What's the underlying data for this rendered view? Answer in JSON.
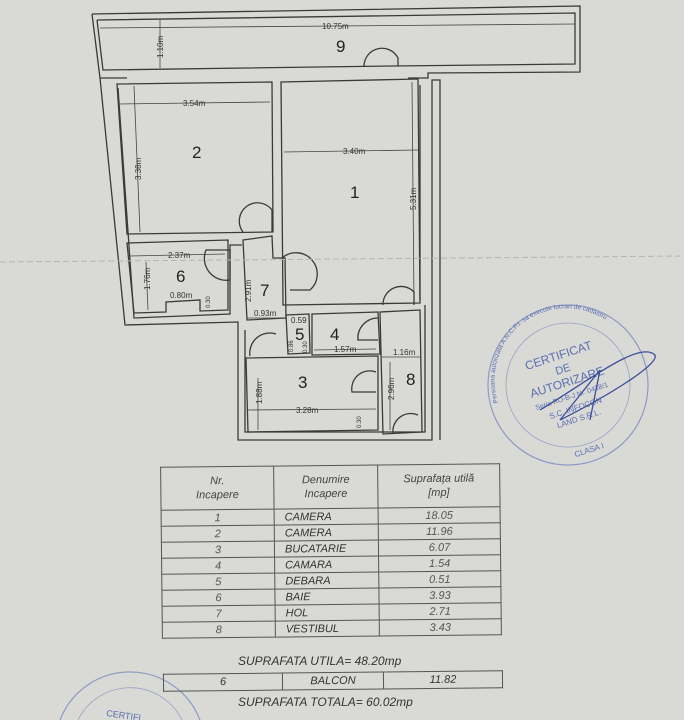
{
  "plan": {
    "rooms": {
      "r1": "1",
      "r2": "2",
      "r3": "3",
      "r4": "4",
      "r5": "5",
      "r6": "6",
      "r7": "7",
      "r8": "8",
      "r9": "9"
    },
    "dimensions": {
      "balcony_length": "10.75m",
      "balcony_width": "1.10m",
      "r2_width": "3.54m",
      "r2_height": "3.38m",
      "r1_width": "3.40m",
      "r1_height": "5.31m",
      "r6_width": "2.37m",
      "r6_height": "1.76m",
      "r6_niche": "0.80m",
      "r6_niche_depth": "0.30",
      "r7_height": "2.91m",
      "r7_width": "0.93m",
      "r5_width": "0.59",
      "r5_height": "0.86",
      "r5_small": "0.30",
      "r4_width": "1.57m",
      "r8_width": "1.16m",
      "r8_height": "2.96m",
      "r3_height": "1.88m",
      "r3_width": "3.28m",
      "r3_small": "0.30"
    }
  },
  "table": {
    "headers": [
      "Nr.\nIncapere",
      "Denumire\nIncapere",
      "Suprafața utilă\n[mp]"
    ],
    "rows": [
      {
        "nr": "1",
        "name": "CAMERA",
        "area": "18.05"
      },
      {
        "nr": "2",
        "name": "CAMERA",
        "area": "11.96"
      },
      {
        "nr": "3",
        "name": "BUCATARIE",
        "area": "6.07"
      },
      {
        "nr": "4",
        "name": "CAMARA",
        "area": "1.54"
      },
      {
        "nr": "5",
        "name": "DEBARA",
        "area": "0.51"
      },
      {
        "nr": "6",
        "name": "BAIE",
        "area": "3.93"
      },
      {
        "nr": "7",
        "name": "HOL",
        "area": "2.71"
      },
      {
        "nr": "8",
        "name": "VESTIBUL",
        "area": "3.43"
      }
    ],
    "useful_total": "SUPRAFATA UTILA= 48.20mp",
    "balcony": {
      "nr": "6",
      "name": "BALCON",
      "area": "11.82"
    },
    "grand_total": "SUPRAFATA TOTALA= 60.02mp"
  },
  "stamp": {
    "line1": "CERTIFICAT",
    "line2": "DE",
    "line3": "AUTORIZARE",
    "series": "Seria RO-B-J Nr. 0438/1",
    "company1": "S.C. INFOCON",
    "company2": "LAND S.R.L.",
    "class": "CLASA I",
    "ring": "Persoana autorizata A.N.C.P.I. sa execute lucrari de cadastru",
    "color": "#5a6fb0",
    "partial_stamp_text": "CERTIFI"
  }
}
